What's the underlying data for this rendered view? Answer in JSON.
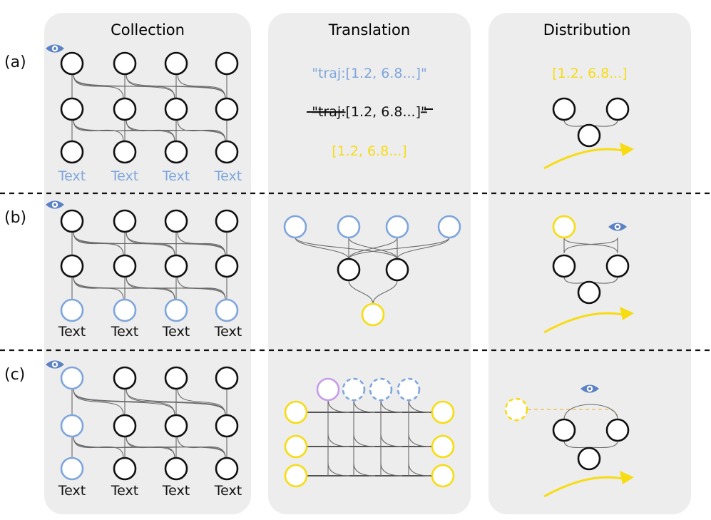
{
  "columns": [
    {
      "title": "Collection",
      "color": "#7fa6dc"
    },
    {
      "title": "Translation",
      "color": "#b4b4b4"
    },
    {
      "title": "Distribution",
      "color": "#f0911e"
    }
  ],
  "row_labels": [
    "(a)",
    "(b)",
    "(c)"
  ],
  "text_token": "Text",
  "formulas": {
    "traj_quoted": "\"traj:[1.2, 6.8...]\"",
    "traj_struck_prefix": "\"traj:",
    "traj_values": "[1.2, 6.8...]",
    "traj_struck_suffix": "\"",
    "values_yellow": "[1.2, 6.8...]",
    "values_distribution": "[1.2, 6.8...]"
  },
  "colors": {
    "blue": "#7fa6dc",
    "yellow": "#f7dc12",
    "purple": "#c79ce8",
    "black": "#111111",
    "eye": "#5b82c4",
    "arrow": "#f7dc12"
  },
  "icons": [
    "eye-icon",
    "arrow-icon"
  ]
}
